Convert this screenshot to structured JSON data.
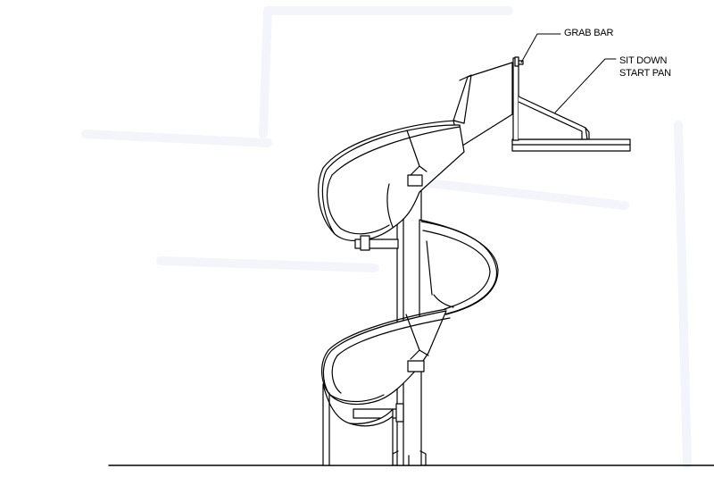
{
  "callouts": {
    "grab_bar": "GRAB BAR",
    "sit_down_start_pan_line1": "SIT DOWN",
    "sit_down_start_pan_line2": "START PAN"
  },
  "colors": {
    "line": "#000000",
    "background": "#ffffff",
    "smudge": "#f4f6fb"
  }
}
